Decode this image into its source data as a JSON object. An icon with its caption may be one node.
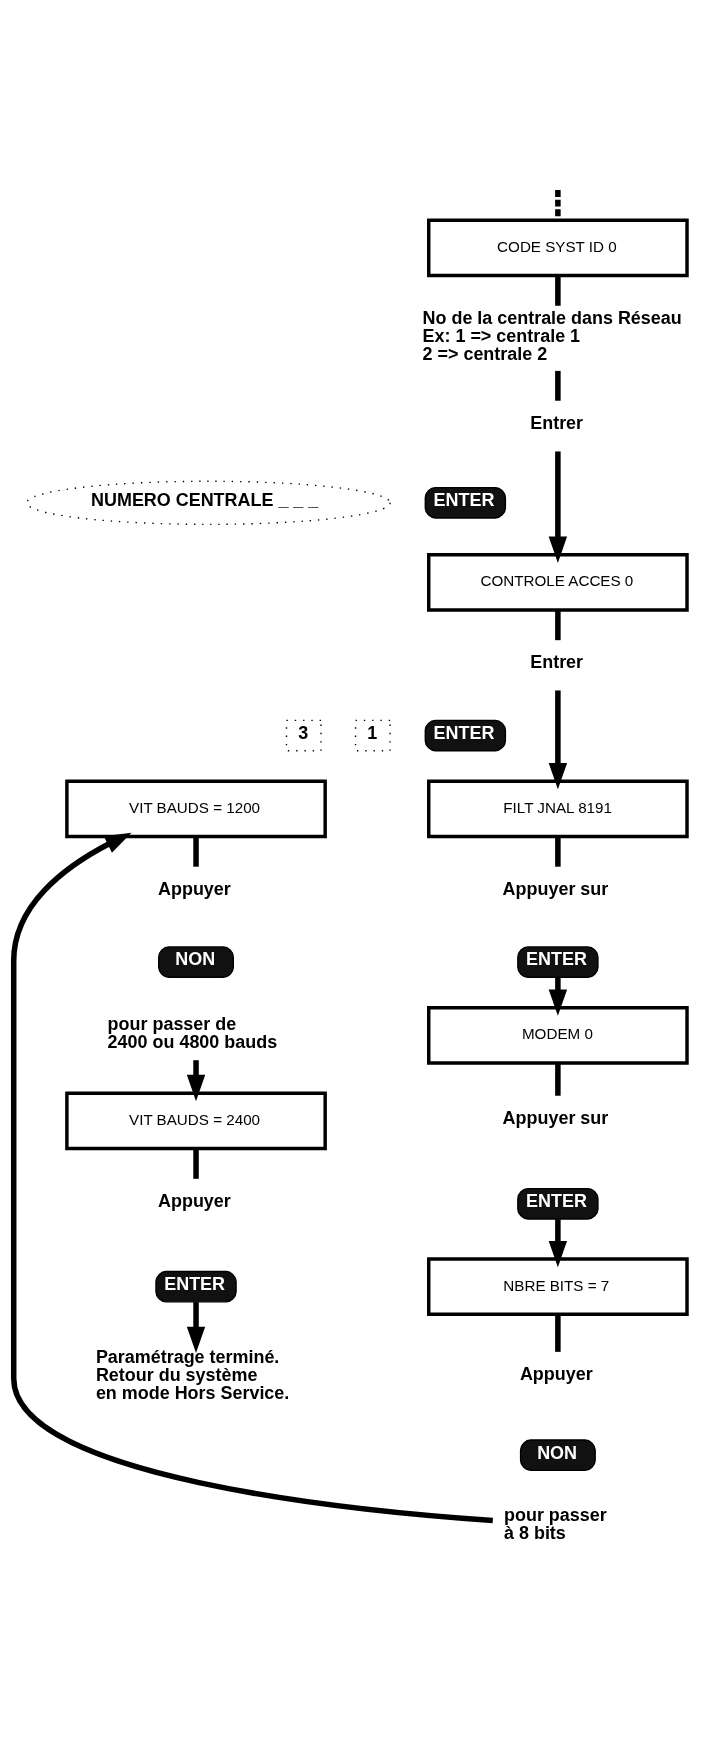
{
  "diagram": {
    "nodes": [
      {
        "text": [
          "CODE SYST ID 0"
        ]
      },
      {
        "text": [
          "No de la centrale dans Réseau Ex: 1 => centrale 1 2 => centrale 2"
        ]
      },
      {
        "text": [
          "Entrer"
        ]
      },
      {
        "text": [
          "NUMERO CENTRALE _ _ _"
        ]
      },
      {
        "text": [
          "ENTER"
        ]
      },
      {
        "text": [
          "CONTROLE ACCES 0"
        ]
      },
      {
        "text": [
          "Entrer"
        ]
      },
      {
        "text": [
          "3"
        ]
      },
      {
        "text": [
          "1"
        ]
      },
      {
        "text": [
          "ENTER"
        ]
      },
      {
        "text": [
          "FILT JNAL 8191"
        ]
      },
      {
        "text": [
          "Appuyer sur"
        ]
      },
      {
        "text": [
          "ENTER"
        ]
      },
      {
        "text": [
          "MODEM 0"
        ]
      },
      {
        "text": [
          "Appuyer sur"
        ]
      },
      {
        "text": [
          "ENTER"
        ]
      },
      {
        "text": [
          "NBRE BITS = 7"
        ]
      },
      {
        "text": [
          "Appuyer"
        ]
      },
      {
        "text": [
          "NON"
        ]
      },
      {
        "text": [
          "pour passer à 8 bits"
        ]
      },
      {
        "text": [
          "VIT BAUDS = 1200"
        ]
      },
      {
        "text": [
          "Appuyer"
        ]
      },
      {
        "text": [
          "NON"
        ]
      },
      {
        "text": [
          "pour passer de 2400 ou 4800 bauds"
        ]
      },
      {
        "text": [
          "VIT BAUDS = 2400"
        ]
      },
      {
        "text": [
          "Appuyer"
        ]
      },
      {
        "text": [
          "ENTER"
        ]
      },
      {
        "text": [
          "Paramétrage terminé. Retour du système en mode Hors Service."
        ]
      }
    ],
    "edges": [
      {
        "from": null,
        "to": 0,
        "arrow": "none",
        "style": "dashed"
      },
      {
        "from": 0,
        "to": 1,
        "arrow": "none"
      },
      {
        "from": 1,
        "to": 2,
        "arrow": "none"
      },
      {
        "from": 2,
        "to": 5,
        "arrow": "to"
      },
      {
        "from": 5,
        "to": 6,
        "arrow": "none"
      },
      {
        "from": 6,
        "to": 10,
        "arrow": "to"
      },
      {
        "from": 10,
        "to": 11,
        "arrow": "none"
      },
      {
        "from": 12,
        "to": 13,
        "arrow": "to"
      },
      {
        "from": 13,
        "to": 14,
        "arrow": "none"
      },
      {
        "from": 15,
        "to": 16,
        "arrow": "to"
      },
      {
        "from": 16,
        "to": 17,
        "arrow": "none"
      },
      {
        "from": 19,
        "to": 20,
        "arrow": "to"
      },
      {
        "from": 20,
        "to": 21,
        "arrow": "none"
      },
      {
        "from": 23,
        "to": 24,
        "arrow": "to"
      },
      {
        "from": 24,
        "to": 25,
        "arrow": "none"
      },
      {
        "from": 26,
        "to": 27,
        "arrow": "to"
      }
    ]
  }
}
